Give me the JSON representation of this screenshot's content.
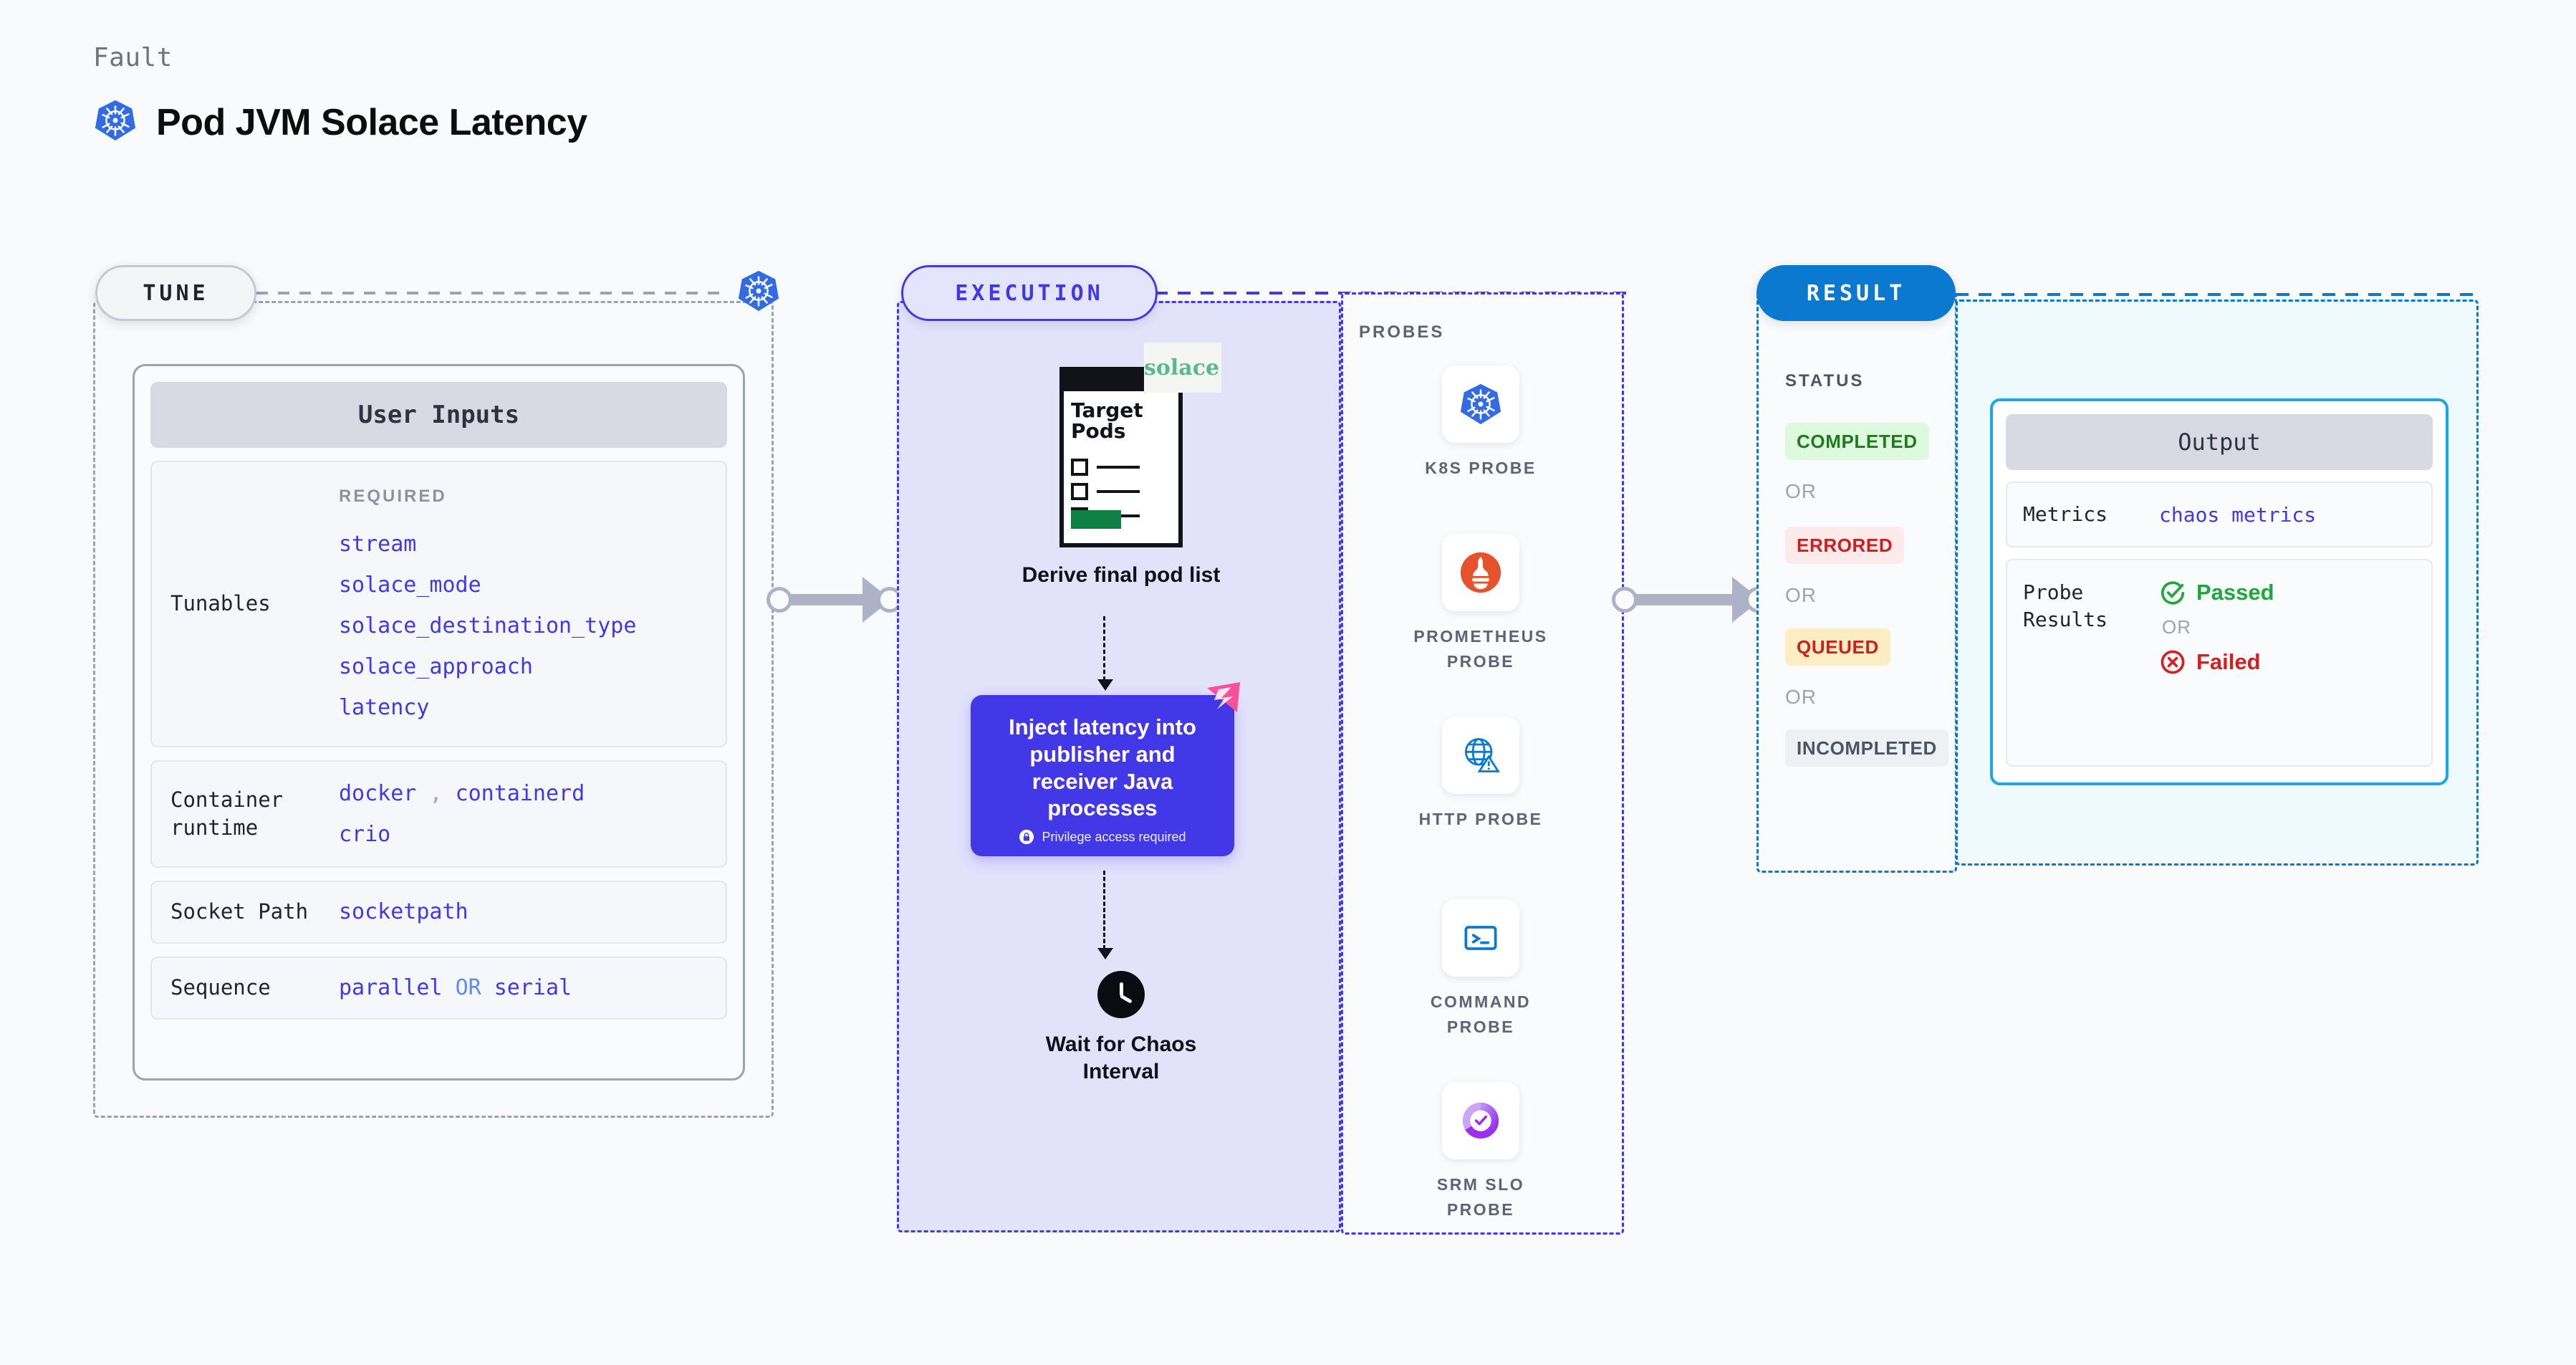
{
  "header": {
    "eyebrow": "Fault",
    "title": "Pod JVM Solace Latency",
    "icon": "kubernetes-icon"
  },
  "tune": {
    "pill_label": "TUNE",
    "badge_icon": "kubernetes-icon",
    "card_header": "User Inputs",
    "rows": [
      {
        "label": "Tunables",
        "required_heading": "REQUIRED",
        "values": [
          "stream",
          "solace_mode",
          "solace_destination_type",
          "solace_approach",
          "latency"
        ]
      },
      {
        "label": "Container runtime",
        "values": [
          "docker",
          "containerd",
          "crio"
        ],
        "separator": ","
      },
      {
        "label": "Socket Path",
        "values": [
          "socketpath"
        ]
      },
      {
        "label": "Sequence",
        "values": [
          "parallel",
          "serial"
        ],
        "keyword": "OR"
      }
    ]
  },
  "execution": {
    "pill_label": "EXECUTION",
    "doc": {
      "title_line1": "Target",
      "title_line2": "Pods",
      "logo_text": "solace",
      "logo_name": "solace-logo"
    },
    "derive_caption": "Derive final pod list",
    "inject": {
      "title": "Inject latency into publisher and receiver Java processes",
      "privilege_note": "Privilege access required",
      "lock_icon": "lock-icon"
    },
    "wait": {
      "icon": "clock-icon",
      "caption_line1": "Wait for Chaos",
      "caption_line2": "Interval"
    }
  },
  "probes": {
    "section_label": "PROBES",
    "items": [
      {
        "name": "K8S PROBE",
        "icon": "kubernetes-icon"
      },
      {
        "name": "PROMETHEUS PROBE",
        "icon": "prometheus-icon"
      },
      {
        "name": "HTTP PROBE",
        "icon": "http-globe-warning-icon"
      },
      {
        "name": "COMMAND PROBE",
        "icon": "terminal-icon"
      },
      {
        "name": "SRM SLO PROBE",
        "icon": "srm-slo-icon"
      }
    ]
  },
  "result": {
    "pill_label": "RESULT",
    "status_label": "STATUS",
    "or_text": "OR",
    "statuses": [
      {
        "label": "COMPLETED",
        "color": "#1e7b1e",
        "bg": "#defade"
      },
      {
        "label": "ERRORED",
        "color": "#cc1f1f",
        "bg": "#fdeaea"
      },
      {
        "label": "QUEUED",
        "color": "#cc1f1f",
        "bg": "#fdedc2"
      },
      {
        "label": "INCOMPLETED",
        "color": "#4b5563",
        "bg": "#eef0f4"
      }
    ]
  },
  "output": {
    "header": "Output",
    "metrics_label": "Metrics",
    "metrics_value": "chaos metrics",
    "probe_results_label": "Probe Results",
    "passed_label": "Passed",
    "failed_label": "Failed",
    "or_text": "OR",
    "passed_icon": "check-circle-icon",
    "failed_icon": "x-circle-icon"
  },
  "colors": {
    "accent_indigo": "#4338e8",
    "accent_blue": "#0b79d0",
    "accent_cyan": "#19a7e6",
    "kubernetes_blue": "#326ce5",
    "success_green": "#1ea83c",
    "error_red": "#d81f1f",
    "connector_gray": "#aeb2c6"
  }
}
